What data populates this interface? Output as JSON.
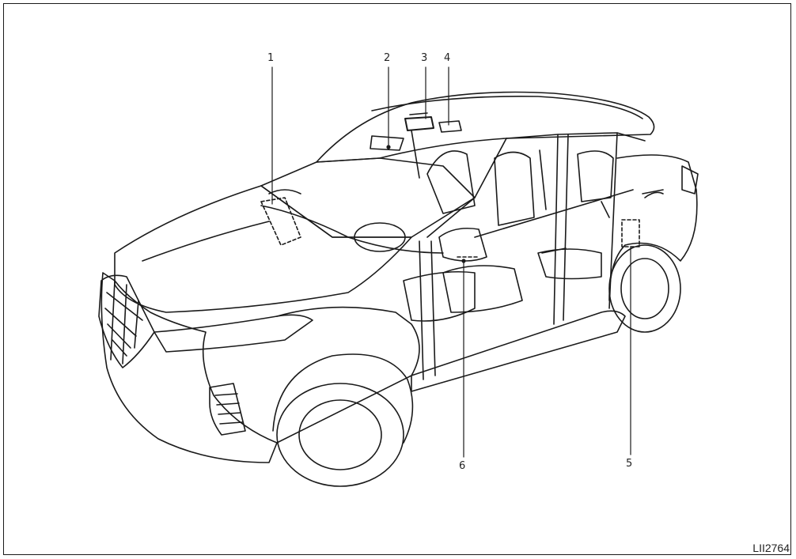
{
  "callouts": {
    "c1": "1",
    "c2": "2",
    "c3": "3",
    "c4": "4",
    "c5": "5",
    "c6": "6"
  },
  "figure_id": "LII2764",
  "colors": {
    "line": "#1a1a1a",
    "background": "#ffffff"
  }
}
